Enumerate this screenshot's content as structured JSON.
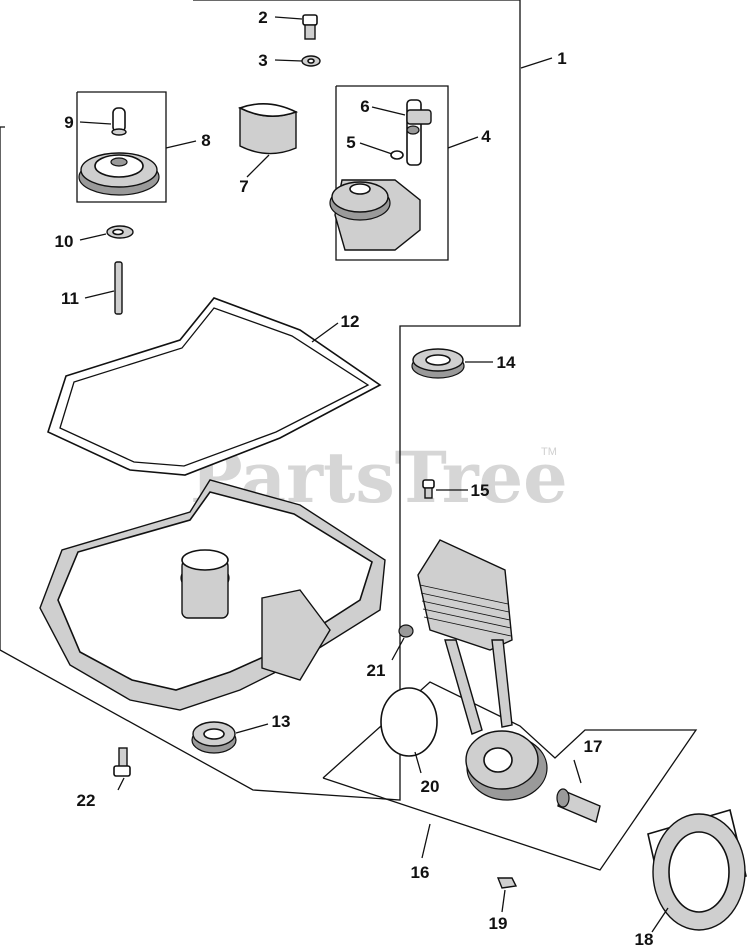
{
  "watermark": {
    "text": "PartsTree",
    "trademark": "TM"
  },
  "callouts": [
    {
      "id": "1",
      "label": "1",
      "part": "oil-pan-assembly"
    },
    {
      "id": "2",
      "label": "2",
      "part": "screw"
    },
    {
      "id": "3",
      "label": "3",
      "part": "washer"
    },
    {
      "id": "4",
      "label": "4",
      "part": "oil-pump-assembly"
    },
    {
      "id": "5",
      "label": "5",
      "part": "o-ring"
    },
    {
      "id": "6",
      "label": "6",
      "part": "pickup-tube"
    },
    {
      "id": "7",
      "label": "7",
      "part": "bearing-liner"
    },
    {
      "id": "8",
      "label": "8",
      "part": "governor-gear-assembly"
    },
    {
      "id": "9",
      "label": "9",
      "part": "regulating-pin"
    },
    {
      "id": "10",
      "label": "10",
      "part": "washer"
    },
    {
      "id": "11",
      "label": "11",
      "part": "shaft"
    },
    {
      "id": "12",
      "label": "12",
      "part": "gasket"
    },
    {
      "id": "13",
      "label": "13",
      "part": "oil-seal"
    },
    {
      "id": "14",
      "label": "14",
      "part": "oil-seal"
    },
    {
      "id": "15",
      "label": "15",
      "part": "screw"
    },
    {
      "id": "16",
      "label": "16",
      "part": "oil-cooler-kit"
    },
    {
      "id": "17",
      "label": "17",
      "part": "nipple"
    },
    {
      "id": "18",
      "label": "18",
      "part": "oil-filter"
    },
    {
      "id": "19",
      "label": "19",
      "part": "clip"
    },
    {
      "id": "20",
      "label": "20",
      "part": "o-ring"
    },
    {
      "id": "21",
      "label": "21",
      "part": "plug"
    },
    {
      "id": "22",
      "label": "22",
      "part": "screw"
    }
  ]
}
